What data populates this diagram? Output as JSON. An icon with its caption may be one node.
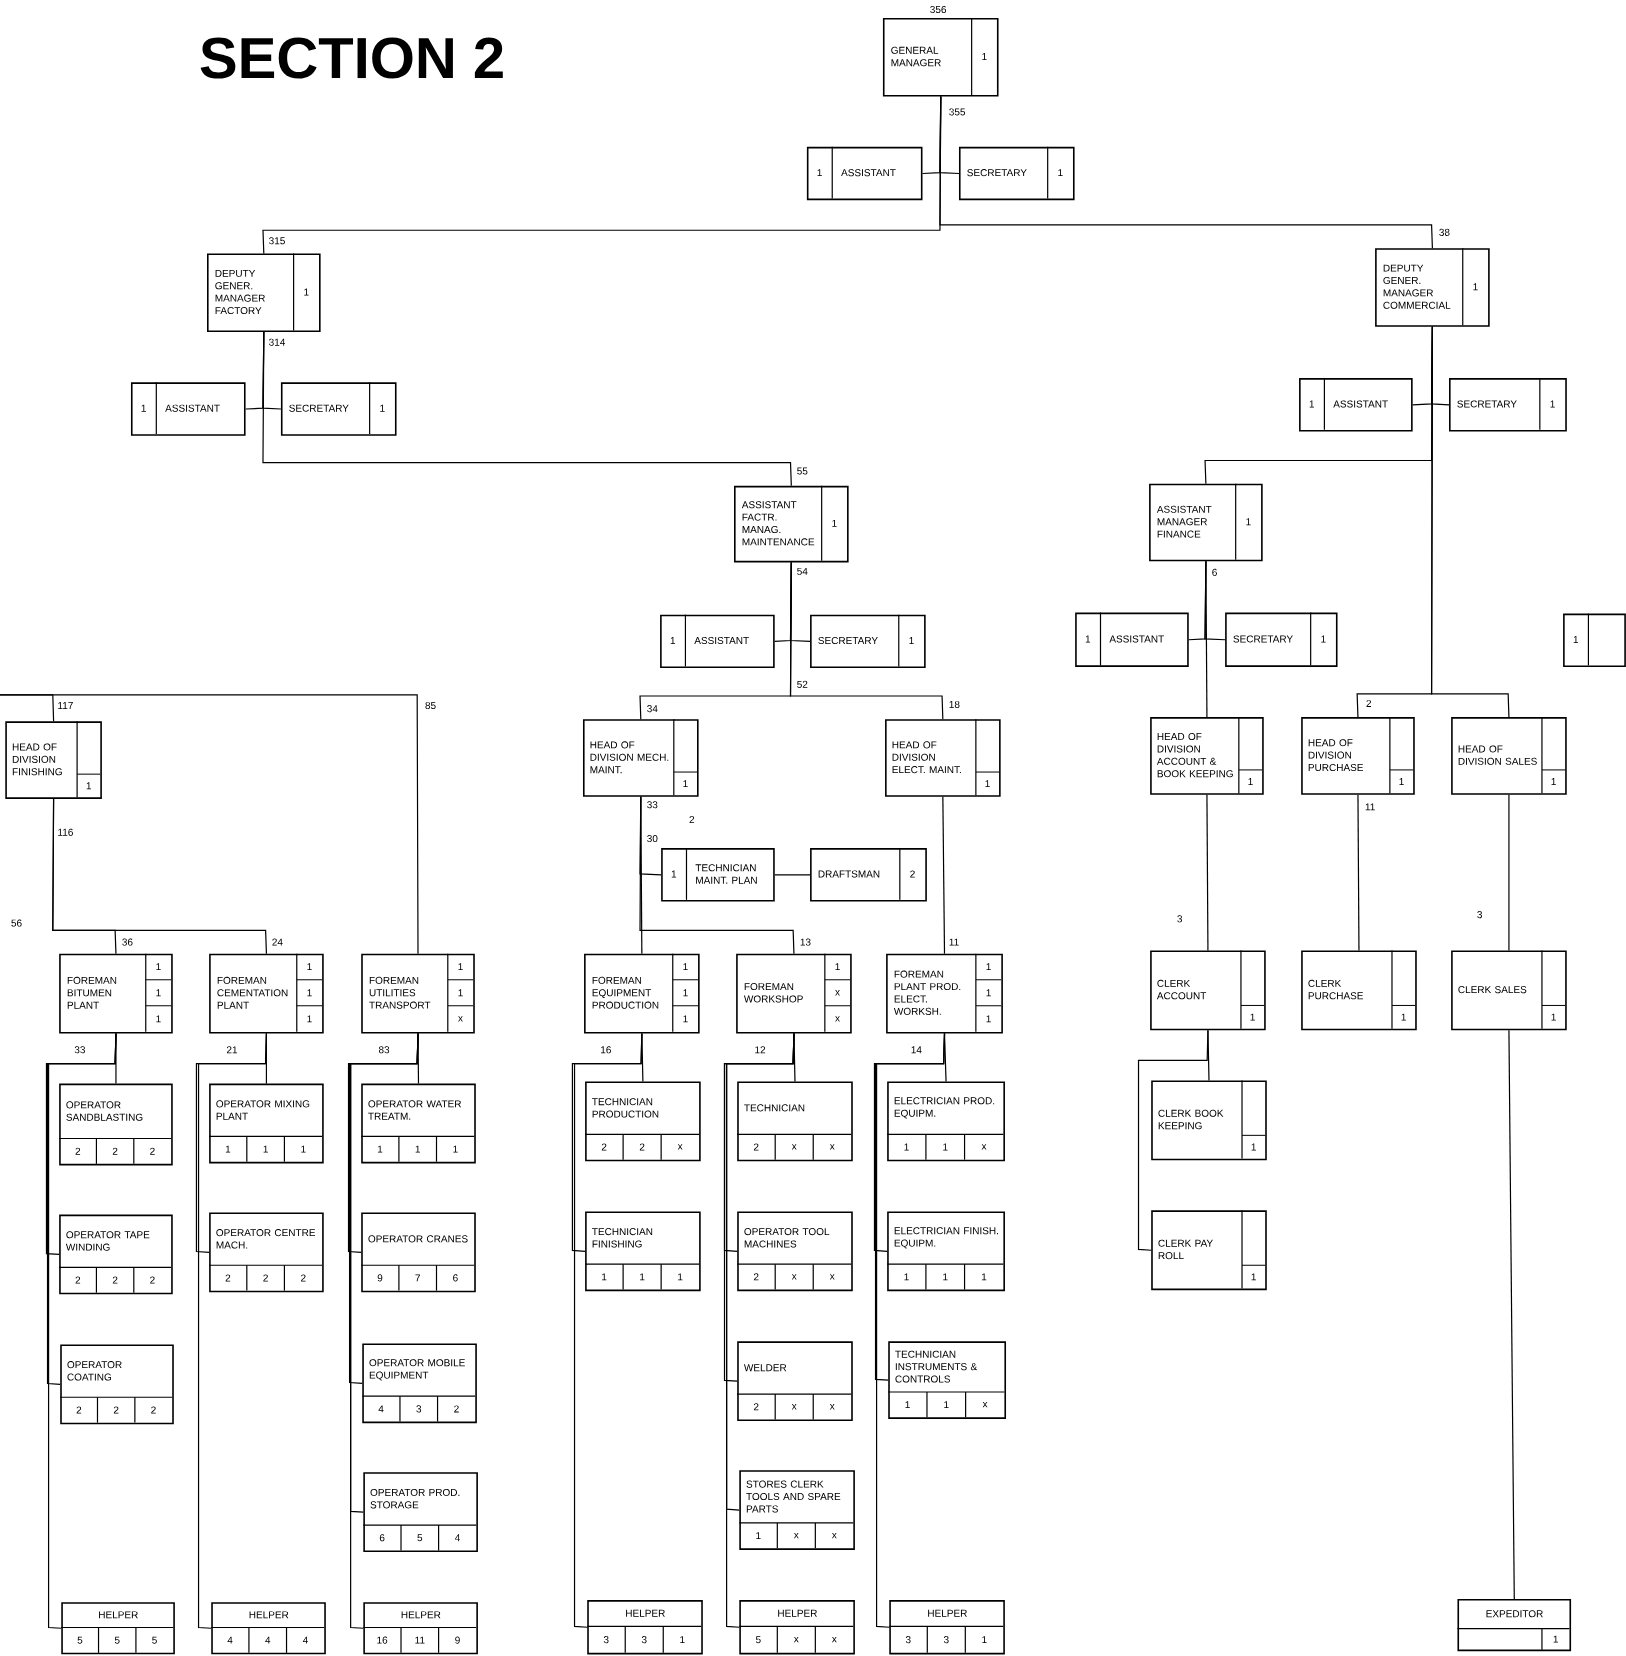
{
  "diagram": {
    "title": "SECTION 2",
    "nodes": [
      {
        "text": [
          "GENERAL MANAGER",
          "1"
        ]
      },
      {
        "text": [
          "1",
          "ASSISTANT"
        ]
      },
      {
        "text": [
          "SECRETARY",
          "1"
        ]
      },
      {
        "text": [
          "DEPUTY GENER. MANAGER FACTORY",
          "1"
        ]
      },
      {
        "text": [
          "1",
          "ASSISTANT"
        ]
      },
      {
        "text": [
          "SECRETARY",
          "1"
        ]
      },
      {
        "text": [
          "DEPUTY GENER. MANAGER COMMERCIAL",
          "1"
        ]
      },
      {
        "text": [
          "1",
          "ASSISTANT"
        ]
      },
      {
        "text": [
          "SECRETARY",
          "1"
        ]
      },
      {
        "text": [
          "ASSISTANT FACTR. MANAG. MAINTENANCE",
          "1"
        ]
      },
      {
        "text": [
          "1",
          "ASSISTANT"
        ]
      },
      {
        "text": [
          "SECRETARY",
          "1"
        ]
      },
      {
        "text": [
          "ASSISTANT MANAGER FINANCE",
          "1"
        ]
      },
      {
        "text": [
          "1",
          "ASSISTANT"
        ]
      },
      {
        "text": [
          "SECRETARY",
          "1"
        ]
      },
      {
        "text": [
          "1"
        ]
      },
      {
        "text": [
          "HEAD OF DIVISION FINISHING",
          "1"
        ]
      },
      {
        "text": [
          "HEAD OF DIVISION MECH. MAINT.",
          "1"
        ]
      },
      {
        "text": [
          "HEAD OF DIVISION ELECT. MAINT.",
          "1"
        ]
      },
      {
        "text": [
          "HEAD OF DIVISION ACCOUNT & BOOK KEEPING",
          "1"
        ]
      },
      {
        "text": [
          "HEAD OF DIVISION PURCHASE",
          "1"
        ]
      },
      {
        "text": [
          "HEAD OF DIVISION SALES",
          "1"
        ]
      },
      {
        "text": [
          "1",
          "TECHNICIAN MAINT. PLAN"
        ]
      },
      {
        "text": [
          "DRAFTSMAN",
          "2"
        ]
      },
      {
        "text": [
          "FOREMAN BITUMEN PLANT",
          "1",
          "1",
          "1"
        ]
      },
      {
        "text": [
          "FOREMAN CEMENTATION PLANT",
          "1",
          "1",
          "1"
        ]
      },
      {
        "text": [
          "FOREMAN UTILITIES TRANSPORT",
          "1",
          "1",
          "x"
        ]
      },
      {
        "text": [
          "FOREMAN EQUIPMENT PRODUCTION",
          "1",
          "1",
          "1"
        ]
      },
      {
        "text": [
          "FOREMAN WORKSHOP",
          "1",
          "x",
          "x"
        ]
      },
      {
        "text": [
          "FOREMAN PLANT PROD. ELECT. WORKSH.",
          "1",
          "1",
          "1"
        ]
      },
      {
        "text": [
          "CLERK ACCOUNT",
          "1"
        ]
      },
      {
        "text": [
          "CLERK PURCHASE",
          "1"
        ]
      },
      {
        "text": [
          "CLERK SALES",
          "1"
        ]
      },
      {
        "text": [
          "CLERK BOOK KEEPING",
          "1"
        ]
      },
      {
        "text": [
          "CLERK PAY ROLL",
          "1"
        ]
      },
      {
        "text": [
          "OPERATOR SANDBLASTING",
          "2",
          "2",
          "2"
        ]
      },
      {
        "text": [
          "OPERATOR TAPE WINDING",
          "2",
          "2",
          "2"
        ]
      },
      {
        "text": [
          "OPERATOR COATING",
          "2",
          "2",
          "2"
        ]
      },
      {
        "text": [
          "HELPER",
          "5",
          "5",
          "5"
        ]
      },
      {
        "text": [
          "OPERATOR MIXING PLANT",
          "1",
          "1",
          "1"
        ]
      },
      {
        "text": [
          "OPERATOR CENTRE MACH.",
          "2",
          "2",
          "2"
        ]
      },
      {
        "text": [
          "HELPER",
          "4",
          "4",
          "4"
        ]
      },
      {
        "text": [
          "OPERATOR WATER TREATM.",
          "1",
          "1",
          "1"
        ]
      },
      {
        "text": [
          "OPERATOR CRANES",
          "9",
          "7",
          "6"
        ]
      },
      {
        "text": [
          "OPERATOR MOBILE EQUIPMENT",
          "4",
          "3",
          "2"
        ]
      },
      {
        "text": [
          "OPERATOR PROD. STORAGE",
          "6",
          "5",
          "4"
        ]
      },
      {
        "text": [
          "HELPER",
          "16",
          "11",
          "9"
        ]
      },
      {
        "text": [
          "TECHNICIAN PRODUCTION",
          "2",
          "2",
          "x"
        ]
      },
      {
        "text": [
          "TECHNICIAN FINISHING",
          "1",
          "1",
          "1"
        ]
      },
      {
        "text": [
          "HELPER",
          "3",
          "3",
          "1"
        ]
      },
      {
        "text": [
          "TECHNICIAN",
          "2",
          "x",
          "x"
        ]
      },
      {
        "text": [
          "OPERATOR TOOL MACHINES",
          "2",
          "x",
          "x"
        ]
      },
      {
        "text": [
          "WELDER",
          "2",
          "x",
          "x"
        ]
      },
      {
        "text": [
          "STORES CLERK TOOLS AND SPARE PARTS",
          "1",
          "x",
          "x"
        ]
      },
      {
        "text": [
          "HELPER",
          "5",
          "x",
          "x"
        ]
      },
      {
        "text": [
          "ELECTRICIAN PROD. EQUIPM.",
          "1",
          "1",
          "x"
        ]
      },
      {
        "text": [
          "ELECTRICIAN FINISH. EQUIPM.",
          "1",
          "1",
          "1"
        ]
      },
      {
        "text": [
          "TECHNICIAN INSTRUMENTS & CONTROLS",
          "1",
          "1",
          "x"
        ]
      },
      {
        "text": [
          "HELPER",
          "3",
          "3",
          "1"
        ]
      },
      {
        "text": [
          "EXPEDITOR",
          "1"
        ]
      }
    ],
    "edges": [
      {
        "from": 0,
        "to": 1,
        "arrow": "none"
      },
      {
        "from": 0,
        "to": 2,
        "arrow": "none"
      },
      {
        "from": 0,
        "to": 3,
        "arrow": "none"
      },
      {
        "from": 0,
        "to": 6,
        "arrow": "none"
      },
      {
        "from": 3,
        "to": 4,
        "arrow": "none"
      },
      {
        "from": 3,
        "to": 5,
        "arrow": "none"
      },
      {
        "from": 3,
        "to": 9,
        "arrow": "none"
      },
      {
        "from": 6,
        "to": 7,
        "arrow": "none"
      },
      {
        "from": 6,
        "to": 8,
        "arrow": "none"
      },
      {
        "from": 6,
        "to": 12,
        "arrow": "none"
      },
      {
        "from": 6,
        "to": 20,
        "arrow": "none"
      },
      {
        "from": 6,
        "to": 21,
        "arrow": "none"
      },
      {
        "from": 9,
        "to": 10,
        "arrow": "none"
      },
      {
        "from": 9,
        "to": 11,
        "arrow": "none"
      },
      {
        "from": 9,
        "to": 17,
        "arrow": "none"
      },
      {
        "from": 9,
        "to": 18,
        "arrow": "none"
      },
      {
        "from": 12,
        "to": 13,
        "arrow": "none"
      },
      {
        "from": 12,
        "to": 14,
        "arrow": "none"
      },
      {
        "from": 12,
        "to": 19,
        "arrow": "none"
      },
      {
        "from": null,
        "to": 16,
        "arrow": "none"
      },
      {
        "from": null,
        "to": 26,
        "arrow": "none"
      },
      {
        "from": 16,
        "to": 24,
        "arrow": "none"
      },
      {
        "from": 16,
        "to": 25,
        "arrow": "none"
      },
      {
        "from": 17,
        "to": 22,
        "arrow": "none"
      },
      {
        "from": 22,
        "to": 23,
        "arrow": "none"
      },
      {
        "from": 17,
        "to": 27,
        "arrow": "none"
      },
      {
        "from": 17,
        "to": 28,
        "arrow": "none"
      },
      {
        "from": 18,
        "to": 29,
        "arrow": "none"
      },
      {
        "from": 19,
        "to": 30,
        "arrow": "none"
      },
      {
        "from": 20,
        "to": 31,
        "arrow": "none"
      },
      {
        "from": 21,
        "to": 32,
        "arrow": "none"
      },
      {
        "from": 30,
        "to": 33,
        "arrow": "none"
      },
      {
        "from": 30,
        "to": 34,
        "arrow": "none"
      },
      {
        "from": 24,
        "to": 35,
        "arrow": "none"
      },
      {
        "from": 24,
        "to": 36,
        "arrow": "none"
      },
      {
        "from": 24,
        "to": 37,
        "arrow": "none"
      },
      {
        "from": 24,
        "to": 38,
        "arrow": "none"
      },
      {
        "from": 25,
        "to": 39,
        "arrow": "none"
      },
      {
        "from": 25,
        "to": 40,
        "arrow": "none"
      },
      {
        "from": 25,
        "to": 41,
        "arrow": "none"
      },
      {
        "from": 26,
        "to": 42,
        "arrow": "none"
      },
      {
        "from": 26,
        "to": 43,
        "arrow": "none"
      },
      {
        "from": 26,
        "to": 44,
        "arrow": "none"
      },
      {
        "from": 26,
        "to": 45,
        "arrow": "none"
      },
      {
        "from": 26,
        "to": 46,
        "arrow": "none"
      },
      {
        "from": 27,
        "to": 47,
        "arrow": "none"
      },
      {
        "from": 27,
        "to": 48,
        "arrow": "none"
      },
      {
        "from": 27,
        "to": 49,
        "arrow": "none"
      },
      {
        "from": 28,
        "to": 50,
        "arrow": "none"
      },
      {
        "from": 28,
        "to": 51,
        "arrow": "none"
      },
      {
        "from": 28,
        "to": 52,
        "arrow": "none"
      },
      {
        "from": 28,
        "to": 53,
        "arrow": "none"
      },
      {
        "from": 28,
        "to": 54,
        "arrow": "none"
      },
      {
        "from": 29,
        "to": 55,
        "arrow": "none"
      },
      {
        "from": 29,
        "to": 56,
        "arrow": "none"
      },
      {
        "from": 29,
        "to": 57,
        "arrow": "none"
      },
      {
        "from": 29,
        "to": 58,
        "arrow": "none"
      },
      {
        "from": 32,
        "to": 59,
        "arrow": "none"
      }
    ],
    "labels": [
      "356",
      "355",
      "315",
      "314",
      "38",
      "55",
      "54",
      "52",
      "34",
      "18",
      "33",
      "30",
      "2",
      "13",
      "11",
      "117",
      "116",
      "56",
      "36",
      "24",
      "85",
      "33",
      "21",
      "83",
      "16",
      "12",
      "14",
      "6",
      "2",
      "11",
      "3",
      "3"
    ]
  }
}
